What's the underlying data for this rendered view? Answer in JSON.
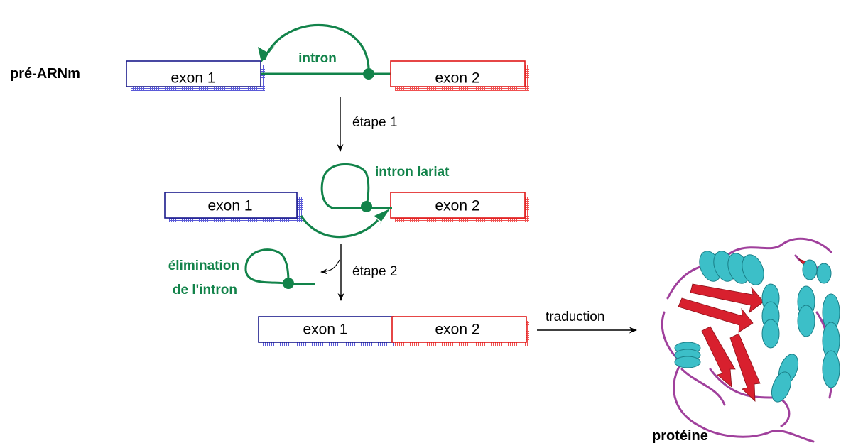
{
  "labels": {
    "pre_mrna": "pré-ARNm",
    "intron": "intron",
    "step1": "étape 1",
    "intron_lariat": "intron lariat",
    "step2": "étape 2",
    "intron_elimination_line1": "élimination",
    "intron_elimination_line2": "de l'intron",
    "translation": "traduction",
    "protein": "protéine"
  },
  "exons": {
    "exon1": "exon 1",
    "exon2": "exon 2"
  },
  "colors": {
    "exon1_border": "#1a1a8c",
    "exon1_shadow": "#5a5ad8",
    "exon2_border": "#e01818",
    "exon2_shadow": "#f05050",
    "intron": "#12834a",
    "helix": "#3cbfc8",
    "strand": "#d8202e",
    "loop": "#a0409c"
  }
}
